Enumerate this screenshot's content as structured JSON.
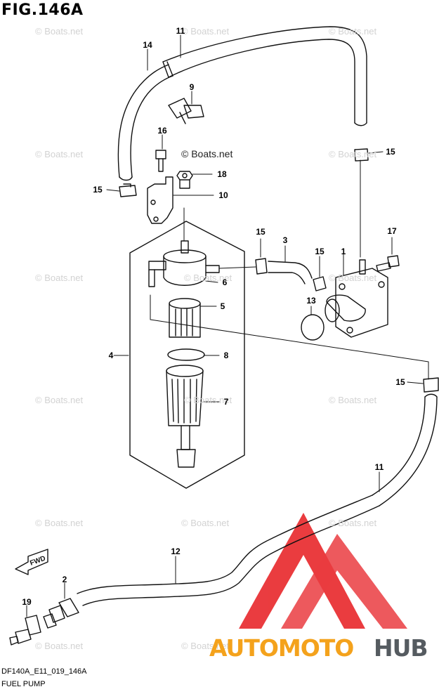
{
  "figure": {
    "title": "FIG.146A",
    "code": "DF140A_E11_019_146A",
    "name": "FUEL PUMP",
    "copyright": "© Boats.net",
    "watermark": "© Boats.net",
    "direction_label": "FWD"
  },
  "logo": {
    "part1": "AUTOMOTO",
    "part2": "HUB",
    "color_primary": "#f4a21c",
    "color_secondary": "#555b60",
    "triangle_color": "#e8272b"
  },
  "callouts": {
    "c11_top": "11",
    "c14": "14",
    "c9": "9",
    "c16": "16",
    "c18": "18",
    "c10": "10",
    "c15_left": "15",
    "c15_right_top": "15",
    "c15_mid_a": "15",
    "c15_mid_b": "15",
    "c15_right_low": "15",
    "c3": "3",
    "c1": "1",
    "c17": "17",
    "c13": "13",
    "c6": "6",
    "c5": "5",
    "c4": "4",
    "c8": "8",
    "c7": "7",
    "c11_low": "11",
    "c12": "12",
    "c2": "2",
    "c19": "19"
  }
}
